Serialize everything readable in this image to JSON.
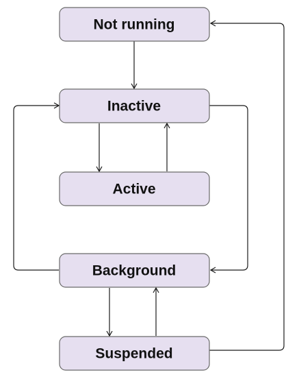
{
  "diagram": {
    "nodes": [
      {
        "id": "not_running",
        "label": "Not running"
      },
      {
        "id": "inactive",
        "label": "Inactive"
      },
      {
        "id": "active",
        "label": "Active"
      },
      {
        "id": "background",
        "label": "Background"
      },
      {
        "id": "suspended",
        "label": "Suspended"
      }
    ],
    "edges": [
      {
        "from": "not_running",
        "to": "inactive"
      },
      {
        "from": "inactive",
        "to": "active"
      },
      {
        "from": "active",
        "to": "inactive"
      },
      {
        "from": "inactive",
        "to": "background"
      },
      {
        "from": "background",
        "to": "inactive"
      },
      {
        "from": "background",
        "to": "suspended"
      },
      {
        "from": "suspended",
        "to": "background"
      },
      {
        "from": "suspended",
        "to": "not_running"
      }
    ],
    "colors": {
      "node_fill": "#e6dff0",
      "node_stroke": "#6a6a6a",
      "edge": "#1a1a1a",
      "text": "#111111"
    }
  }
}
